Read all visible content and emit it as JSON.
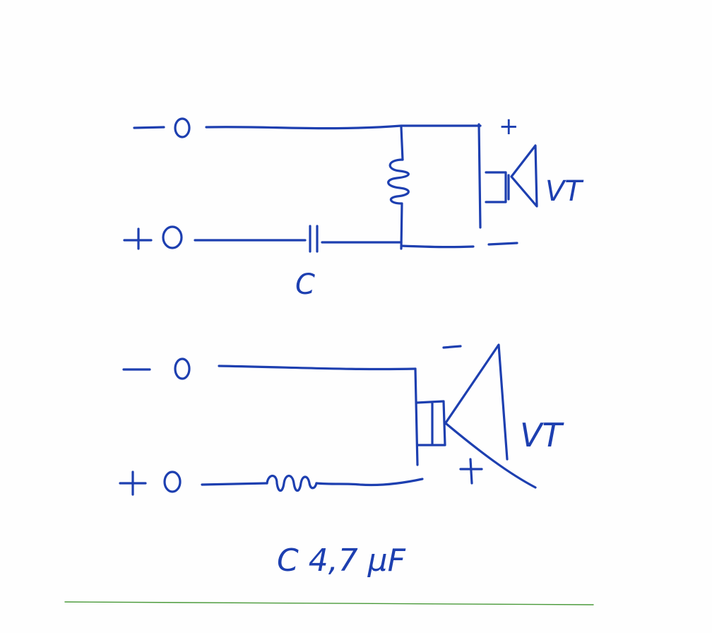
{
  "colors": {
    "ink": "#1d3fb0",
    "paper": "#fefefe",
    "bottom_line": "#4a9a3a"
  },
  "top_circuit": {
    "terminal_top": "−",
    "terminal_bottom": "+",
    "speaker_plus": "+",
    "speaker_minus": "−",
    "capacitor_label": "C",
    "speaker_label": "VT"
  },
  "bottom_circuit": {
    "terminal_top": "−",
    "terminal_bottom": "+",
    "speaker_minus": "−",
    "speaker_plus": "+",
    "speaker_label": "VT",
    "note": "C 4,7 μF"
  }
}
